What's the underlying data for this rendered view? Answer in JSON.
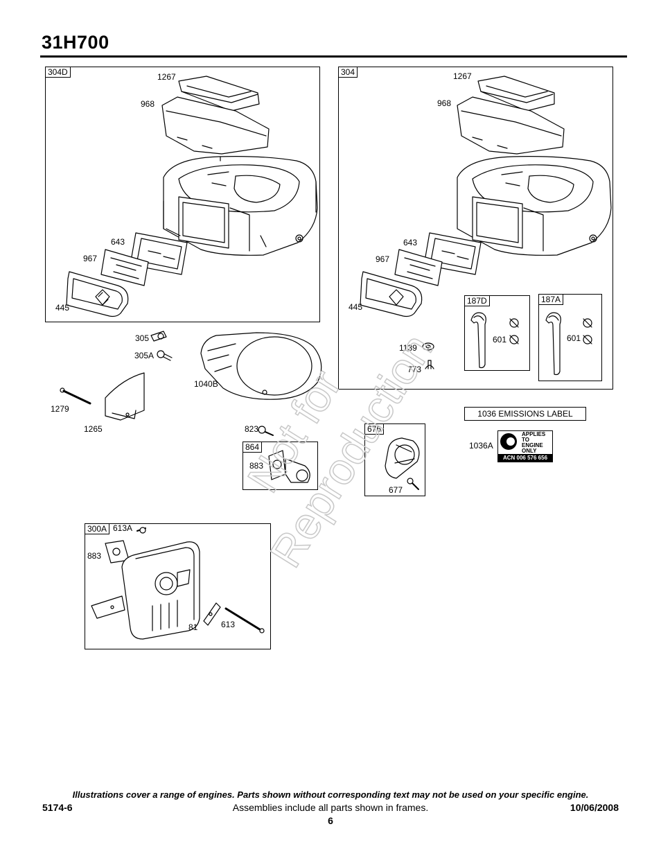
{
  "header": {
    "model": "31H700"
  },
  "frames": {
    "f304D": {
      "tag": "304D",
      "labels": {
        "l1267": "1267",
        "l968": "968",
        "l643": "643",
        "l967": "967",
        "l445": "445"
      }
    },
    "f304": {
      "tag": "304",
      "labels": {
        "l1267": "1267",
        "l968": "968",
        "l643": "643",
        "l967": "967",
        "l445": "445",
        "l1139": "1139",
        "l773": "773"
      }
    },
    "f187D": {
      "tag": "187D",
      "labels": {
        "l601": "601"
      }
    },
    "f187A": {
      "tag": "187A",
      "labels": {
        "l601": "601"
      }
    },
    "f864": {
      "tag": "864",
      "labels": {
        "l883": "883"
      }
    },
    "f676": {
      "tag": "676",
      "labels": {
        "l677": "677"
      }
    },
    "f300A": {
      "tag": "300A",
      "labels": {
        "l613A": "613A",
        "l883": "883",
        "l81": "81",
        "l613": "613"
      }
    }
  },
  "loose_labels": {
    "l305": "305",
    "l305A": "305A",
    "l1040B": "1040B",
    "l1279": "1279",
    "l1265": "1265",
    "l823": "823",
    "l1036A": "1036A"
  },
  "emissions": {
    "title": "1036 EMISSIONS LABEL",
    "logo_text": [
      "APPLIES",
      "TO",
      "ENGINE",
      "ONLY"
    ],
    "acn": "ACN 006 576 656"
  },
  "watermark": {
    "line1": "Not for",
    "line2": "Reproduction",
    "color": "#c8c8c8"
  },
  "footer": {
    "note": "Illustrations cover a range of engines. Parts shown without corresponding text may not be used on your specific engine.",
    "doc_number": "5174-6",
    "assemblies_note": "Assemblies include all parts shown in frames.",
    "date": "10/06/2008",
    "page": "6"
  }
}
